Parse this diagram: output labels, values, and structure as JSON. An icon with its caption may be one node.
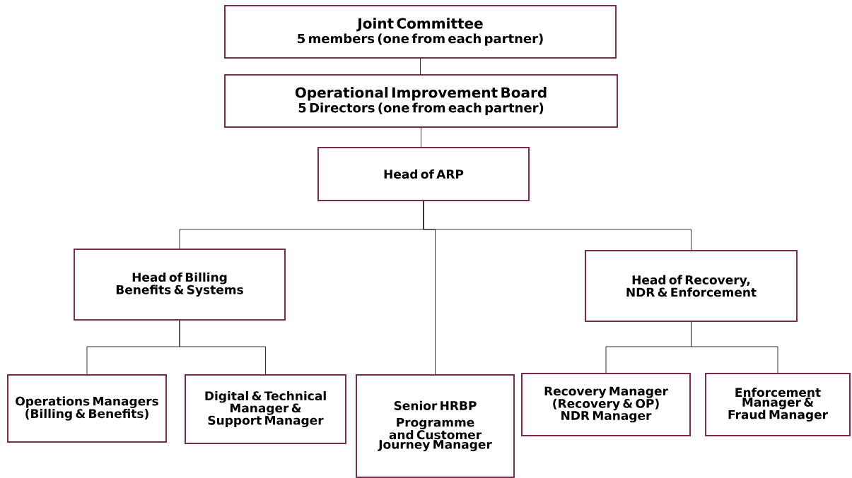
{
  "diagram": {
    "nodes": [
      {
        "text": [
          "Joint Committee",
          "5 members (one from each partner)"
        ]
      },
      {
        "text": [
          "Operational Improvement Board",
          "5 Directors (one from each partner)"
        ]
      },
      {
        "text": [
          "Head of ARP"
        ]
      },
      {
        "text": [
          "Head of Billing Benefits & Systems"
        ]
      },
      {
        "text": [
          "Head of Recovery, NDR & Enforcement"
        ]
      },
      {
        "text": [
          "Operations Managers (Billing & Benefits)"
        ]
      },
      {
        "text": [
          "Digital & Technical Manager & Support Manager"
        ]
      },
      {
        "text": [
          "Senior HRBP",
          "Programme and Customer Journey Manager"
        ]
      },
      {
        "text": [
          "Recovery Manager (Recovery & OP) NDR Manager"
        ]
      },
      {
        "text": [
          "Enforcement Manager & Fraud Manager"
        ]
      }
    ],
    "edges": [
      {
        "from": 0,
        "to": 1,
        "arrow": "none"
      },
      {
        "from": 1,
        "to": 2,
        "arrow": "none"
      },
      {
        "from": 2,
        "to": 3,
        "arrow": "none"
      },
      {
        "from": 2,
        "to": 4,
        "arrow": "none"
      },
      {
        "from": 2,
        "to": 7,
        "arrow": "none"
      },
      {
        "from": 3,
        "to": 5,
        "arrow": "none"
      },
      {
        "from": 3,
        "to": 6,
        "arrow": "none"
      },
      {
        "from": 4,
        "to": 8,
        "arrow": "none"
      },
      {
        "from": 4,
        "to": 9,
        "arrow": "none"
      }
    ]
  }
}
